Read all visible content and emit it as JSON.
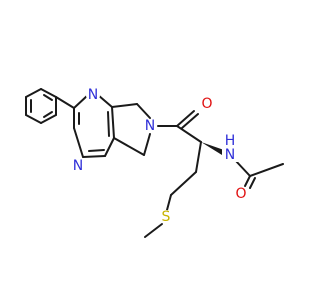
{
  "colors": {
    "bond": "#1a1a1a",
    "carbon_text": "#1a1a1a",
    "nitrogen": "#2f2fd8",
    "oxygen": "#e01010",
    "sulfur": "#c8b400"
  },
  "atoms": {
    "n_ring_top": "N",
    "n_ring_bottom": "N",
    "n_pyrroline": "N",
    "o_ketone": "O",
    "n_amide": "N",
    "h_amide": "H",
    "o_acetyl": "O",
    "s_thioether": "S"
  }
}
